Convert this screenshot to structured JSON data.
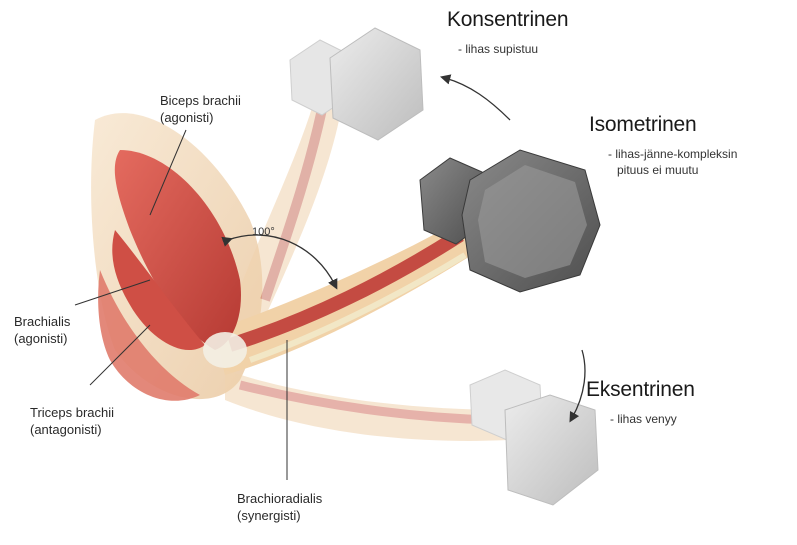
{
  "labels": {
    "biceps": [
      "Biceps brachii",
      "(agonisti)"
    ],
    "brachialis": [
      "Brachialis",
      "(agonisti)"
    ],
    "triceps": [
      "Triceps brachii",
      "(antagonisti)"
    ],
    "brachioradialis": [
      "Brachioradialis",
      "(synergisti)"
    ],
    "angle": "100°"
  },
  "contractions": {
    "concentric": {
      "title": "Konsentrinen",
      "desc": [
        "- lihas supistuu"
      ]
    },
    "isometric": {
      "title": "Isometrinen",
      "desc": [
        "- lihas-jänne-kompleksin",
        "pituus ei muutu"
      ]
    },
    "eccentric": {
      "title": "Eksentrinen",
      "desc": [
        "- lihas venyy"
      ]
    }
  },
  "colors": {
    "muscle": "#d9534a",
    "muscle_dark": "#b83a33",
    "skin": "#f3d9b8",
    "bone": "#efe2b0",
    "tendon": "#f4f1ea",
    "weight_light": "#d4d4d4",
    "weight_dark": "#6e6e6e"
  }
}
